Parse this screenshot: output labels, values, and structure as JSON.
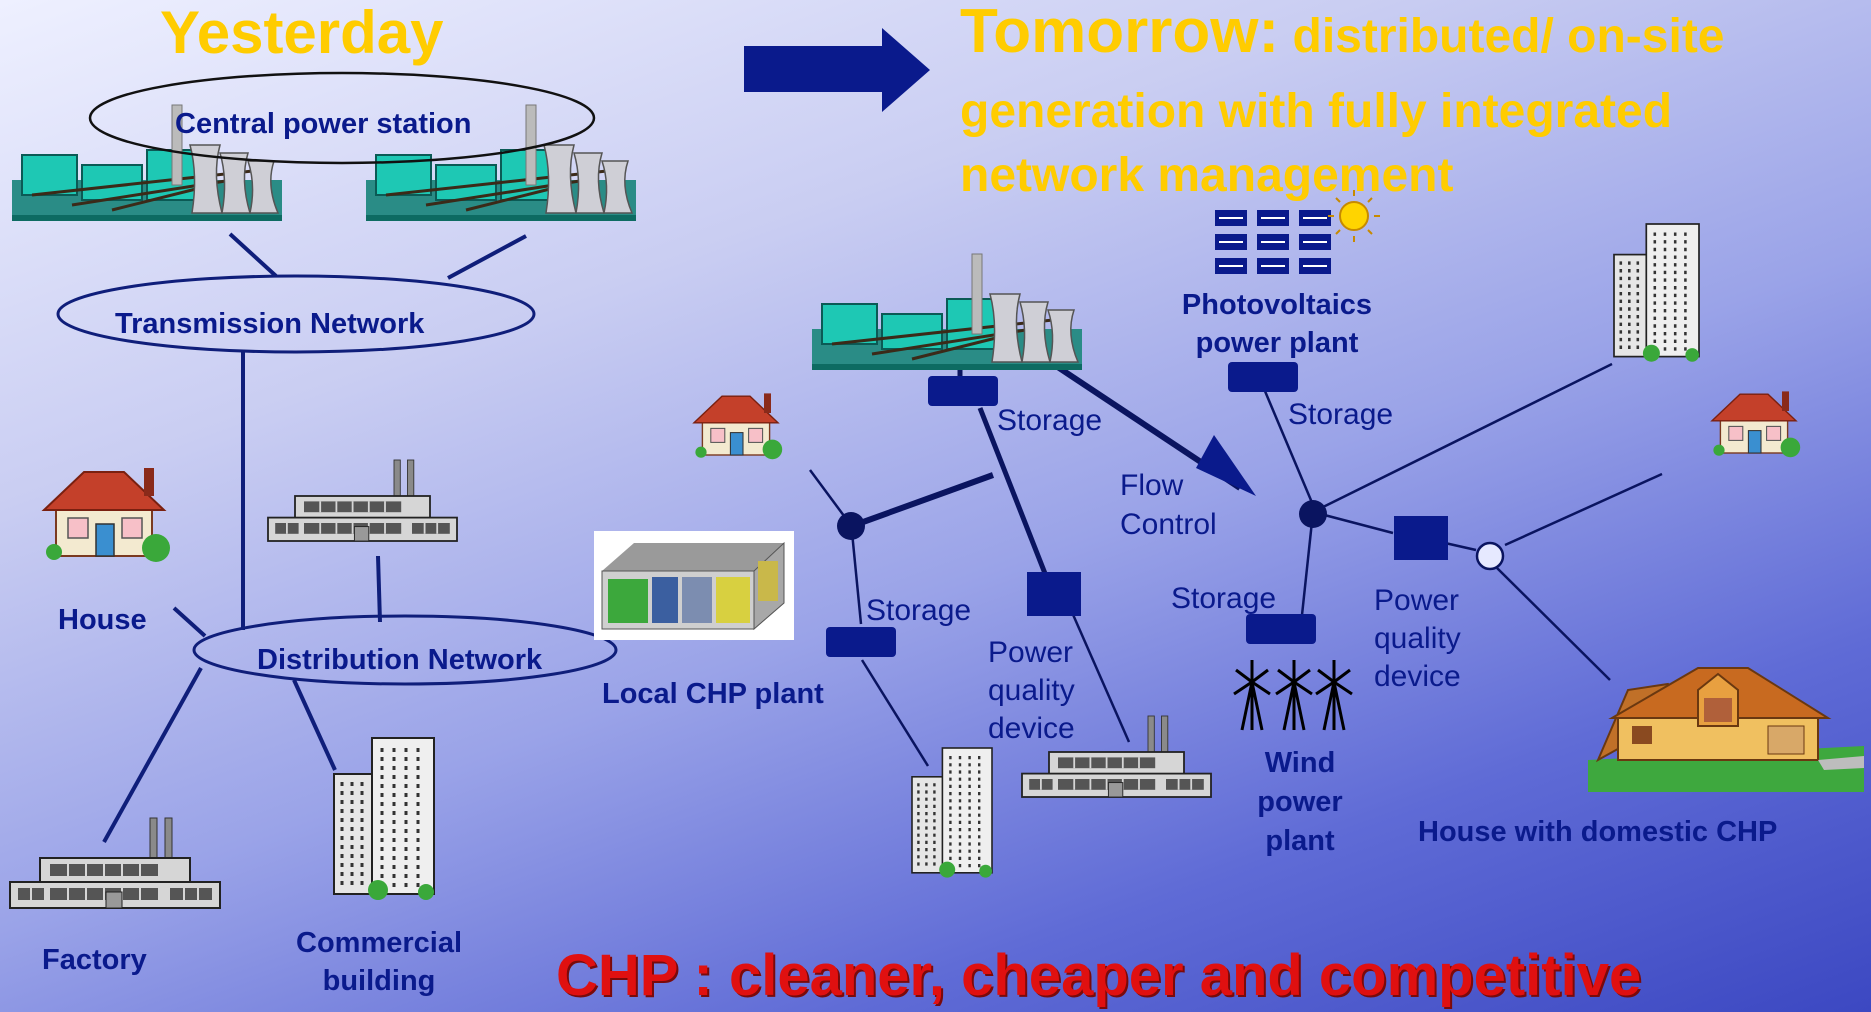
{
  "left": {
    "heading": "Yesterday",
    "central_power_station": "Central power station",
    "transmission_network": "Transmission Network",
    "distribution_network": "Distribution Network",
    "house": "House",
    "factory": "Factory",
    "commercial_building": [
      "Commercial",
      "building"
    ]
  },
  "right": {
    "heading_main": "Tomorrow:",
    "heading_rest_line1": " distributed/ on-site",
    "heading_line2": "generation with fully integrated",
    "heading_line3": "network management",
    "photovoltaics": [
      "Photovoltaics",
      "power plant"
    ],
    "storage": "Storage",
    "flow_control": [
      "Flow",
      "Control"
    ],
    "power_quality_device": [
      "Power",
      "quality",
      "device"
    ],
    "local_chp_plant": "Local CHP plant",
    "wind_power_plant": [
      "Wind",
      "power",
      "plant"
    ],
    "house_with_domestic_chp": "House with domestic CHP"
  },
  "footer": "CHP : cleaner, cheaper and competitive",
  "colors": {
    "heading_yellow": "#ffcc00",
    "navy": "#0a1a8c",
    "footer_red": "#e01010",
    "plant_teal": "#1ec8b4"
  },
  "icons": [
    "power-plant-icon",
    "cooling-tower-icon",
    "house-icon",
    "factory-icon",
    "office-tower-icon",
    "solar-panel-icon",
    "sun-icon",
    "wind-turbine-icon",
    "chp-unit-icon",
    "arrow-right-icon",
    "flow-arrow-icon"
  ]
}
